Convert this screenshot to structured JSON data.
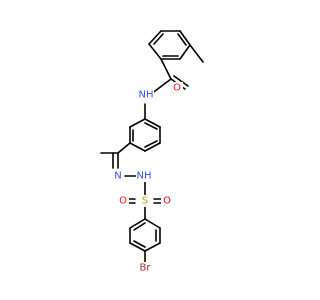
{
  "molecule": {
    "atoms": [
      {
        "id": "O1",
        "text": "O",
        "color": "#ff0d0d"
      },
      {
        "id": "NH_amide",
        "text": "NH",
        "color": "#3050f8"
      },
      {
        "id": "N_imine",
        "text": "N",
        "color": "#3050f8"
      },
      {
        "id": "NH_hydrazine",
        "text": "NH",
        "color": "#3050f8"
      },
      {
        "id": "S",
        "text": "S",
        "color": "#c8a000"
      },
      {
        "id": "O2",
        "text": "O",
        "color": "#ff0d0d"
      },
      {
        "id": "O3",
        "text": "O",
        "color": "#ff0d0d"
      },
      {
        "id": "Br",
        "text": "Br",
        "color": "#a62929"
      }
    ]
  }
}
